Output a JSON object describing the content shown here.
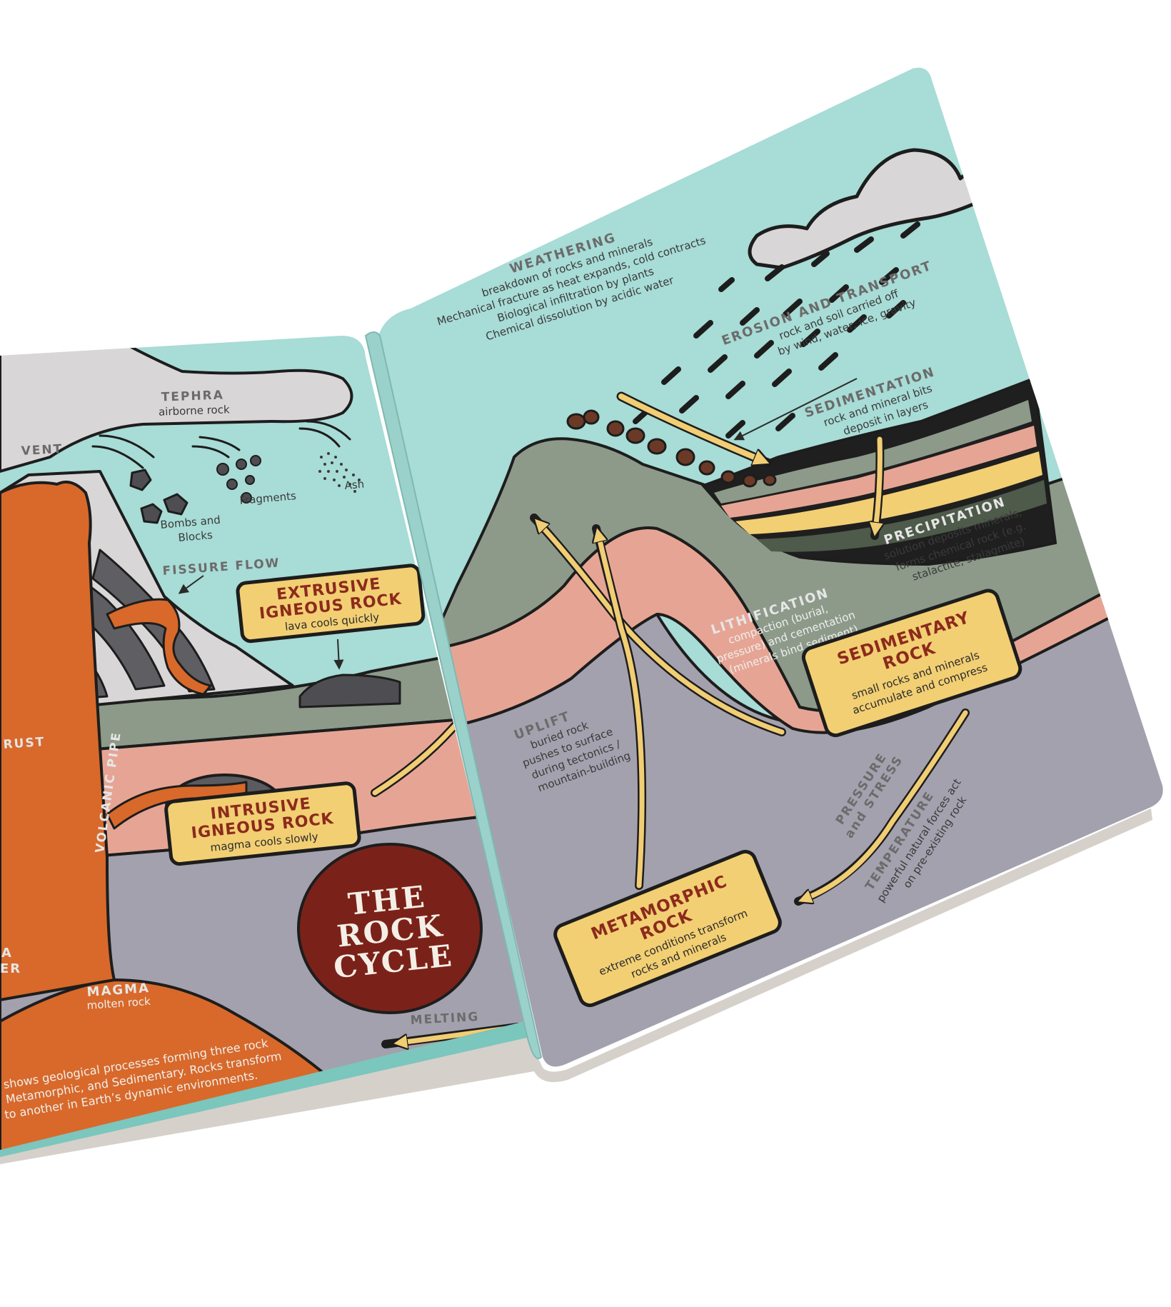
{
  "book": {
    "title_lines": [
      "THE",
      "ROCK",
      "CYCLE"
    ]
  },
  "labels": {
    "tephra": {
      "title": "TEPHRA",
      "sub": "airborne rock"
    },
    "vent": "VENT",
    "bombs": [
      "Bombs and",
      "Blocks"
    ],
    "fragments": "Fragments",
    "ash": "Ash",
    "fissure_flow": "FISSURE FLOW",
    "crust": "RUST",
    "volcanic_pipe": "VOLCANIC PIPE",
    "mantle_fragment": [
      "A",
      "ER"
    ],
    "magma": {
      "title": "MAGMA",
      "sub": "molten rock"
    },
    "melting": "MELTING",
    "weathering": {
      "title": "WEATHERING",
      "lines": [
        "breakdown of rocks and minerals",
        "Mechanical fracture as heat expands, cold contracts",
        "Biological infiltration by plants",
        "Chemical dissolution by acidic water"
      ]
    },
    "erosion": {
      "title": "EROSION AND TRANSPORT",
      "lines": [
        "rock and soil carried off",
        "by wind, water, ice, gravity"
      ]
    },
    "sedimentation": {
      "title": "SEDIMENTATION",
      "lines": [
        "rock and mineral bits",
        "deposit in layers"
      ]
    },
    "precipitation": {
      "title": "PRECIPITATION",
      "lines": [
        "solution deposits minerals,",
        "forms chemical rock (e.g.",
        "stalactite, stalagmite)"
      ]
    },
    "lithification": {
      "title": "LITHIFICATION",
      "lines": [
        "compaction (burial,",
        "pressure) and cementation",
        "(minerals bind sediment)"
      ]
    },
    "uplift": {
      "title": "UPLIFT",
      "lines": [
        "buried rock",
        "pushes to surface",
        "during tectonics /",
        "mountain-building"
      ]
    },
    "pressure": {
      "title": "PRESSURE",
      "sub": "and STRESS"
    },
    "temperature": {
      "title": "TEMPERATURE",
      "lines": [
        "powerful natural forces act",
        "on pre-existing rock"
      ]
    }
  },
  "boxes": {
    "extrusive": {
      "title": [
        "EXTRUSIVE",
        "IGNEOUS ROCK"
      ],
      "sub": [
        "lava cools quickly"
      ]
    },
    "intrusive": {
      "title": [
        "INTRUSIVE",
        "IGNEOUS ROCK"
      ],
      "sub": [
        "magma cools slowly"
      ]
    },
    "sedimentary": {
      "title": [
        "SEDIMENTARY",
        "ROCK"
      ],
      "sub": [
        "small rocks and minerals",
        "accumulate and compress"
      ]
    },
    "metamorphic": {
      "title": [
        "METAMORPHIC",
        "ROCK"
      ],
      "sub": [
        "extreme conditions transform",
        "rocks and minerals"
      ]
    }
  },
  "intro": [
    "shows geological processes forming three rock",
    "Metamorphic, and Sedimentary. Rocks transform",
    "to another in Earth’s dynamic environments."
  ],
  "colors": {
    "sky": "#a8dcd6",
    "cloud": "#d9d6d8",
    "gray_layer": "#8d9a8a",
    "pink_layer": "#e6a594",
    "mantle": "#a3a1ad",
    "magma": "#d8692a",
    "label_box": "#f2cf73",
    "title_text": "#8c2a1c",
    "badge": "#7a2219",
    "arrow": "#f1cd74"
  }
}
